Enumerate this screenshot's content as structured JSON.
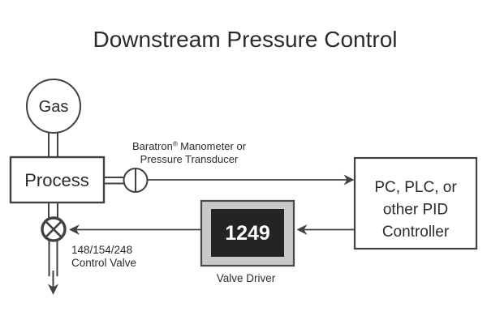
{
  "title": "Downstream Pressure Control",
  "nodes": {
    "gas": "Gas",
    "process": "Process",
    "controller": {
      "line1": "PC, PLC, or",
      "line2": "other PID",
      "line3": "Controller"
    },
    "driver": {
      "model": "1249",
      "caption": "Valve Driver"
    }
  },
  "labels": {
    "transducer": {
      "brand": "Baratron",
      "reg_mark": "®",
      "suffix": "Manometer or",
      "line2": "Pressure Transducer"
    },
    "valve": {
      "line1": "148/154/248",
      "line2": "Control Valve"
    }
  },
  "colors": {
    "background": "#ffffff",
    "line": "#414143",
    "text": "#2b2b2d",
    "driver_frame": "#c9c9c9",
    "driver_screen": "#242424",
    "driver_text": "#ffffff"
  }
}
